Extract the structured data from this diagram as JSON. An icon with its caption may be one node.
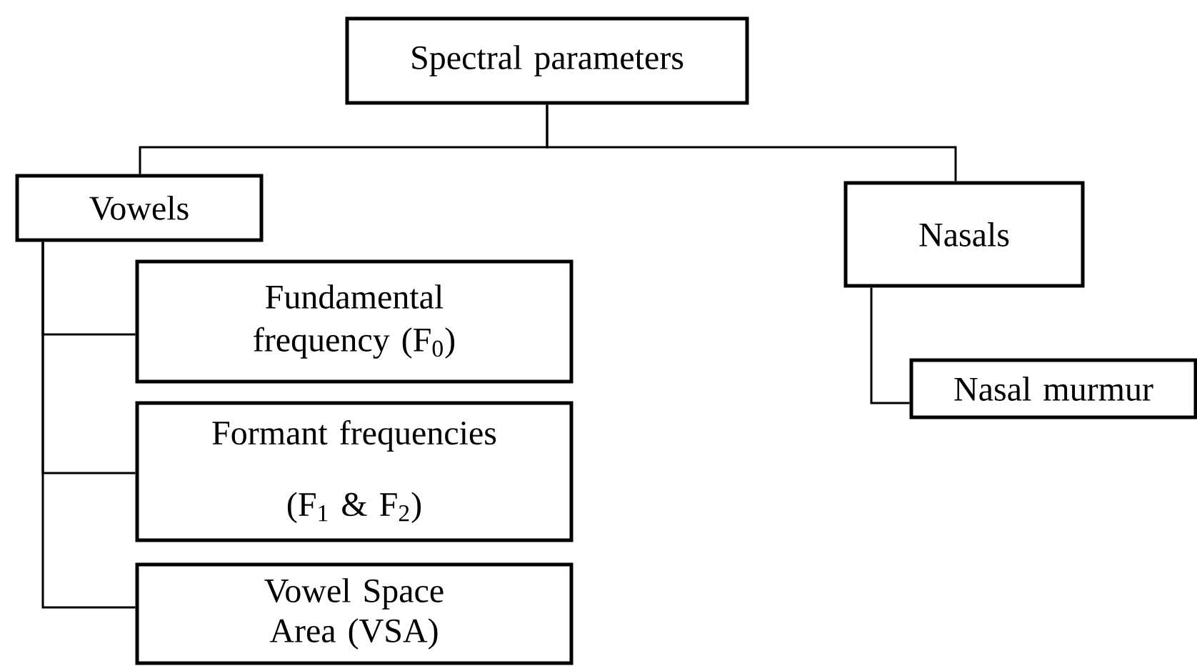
{
  "diagram": {
    "nodes": [
      {
        "text": [
          "Spectral parameters"
        ]
      },
      {
        "text": [
          "Vowels"
        ]
      },
      {
        "text": [
          "Nasals"
        ]
      },
      {
        "text": [
          "Fundamental frequency (F$_{0}$)"
        ]
      },
      {
        "text": [
          "Formant frequencies (F$_{1}$ & F$_{2}$)"
        ]
      },
      {
        "text": [
          "Vowel Space Area (VSA)"
        ]
      },
      {
        "text": [
          "Nasal murmur"
        ]
      }
    ],
    "edges": [
      {
        "from": 0,
        "to": 1,
        "arrow": "none"
      },
      {
        "from": 0,
        "to": 2,
        "arrow": "none"
      },
      {
        "from": 1,
        "to": 3,
        "arrow": "none"
      },
      {
        "from": 1,
        "to": 4,
        "arrow": "none"
      },
      {
        "from": 1,
        "to": 5,
        "arrow": "none"
      },
      {
        "from": 2,
        "to": 6,
        "arrow": "none"
      }
    ]
  }
}
